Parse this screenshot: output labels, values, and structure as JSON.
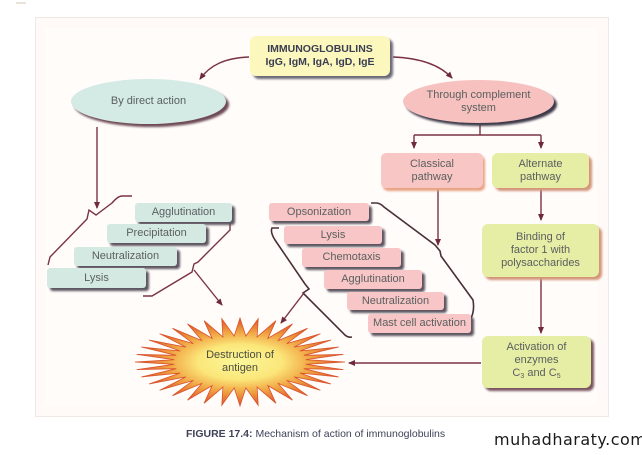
{
  "figure": {
    "root": {
      "title": "IMMUNOGLOBULINS",
      "subtitle": "IgG, IgM, IgA, IgD, IgE"
    },
    "branches": {
      "direct": "By direct action",
      "complement_line1": "Through complement",
      "complement_line2": "system"
    },
    "direct_actions": [
      "Agglutination",
      "Precipitation",
      "Neutralization",
      "Lysis"
    ],
    "complement_actions": [
      "Opsonization",
      "Lysis",
      "Chemotaxis",
      "Agglutination",
      "Neutralization",
      "Mast cell activation"
    ],
    "pathways": {
      "classical_line1": "Classical",
      "classical_line2": "pathway",
      "alternate_line1": "Alternate",
      "alternate_line2": "pathway"
    },
    "binding": {
      "line1": "Binding of",
      "line2": "factor 1 with",
      "line3": "polysaccharides"
    },
    "activation": {
      "line1": "Activation of",
      "line2": "enzymes",
      "c_letter": "C",
      "sub1": "3",
      "and_text": " and ",
      "sub2": "5"
    },
    "outcome": {
      "line1": "Destruction of",
      "line2": "antigen"
    },
    "caption": {
      "label": "FIGURE 17.4:",
      "text": " Mechanism of action of immunoglobulins"
    },
    "watermark": "muhadharaty.com"
  },
  "colors": {
    "arrow": "#7a3344",
    "root_fill": "#fbf7bd",
    "direct_fill": "#d4eae4",
    "complement_fill": "#f6c1bf",
    "alternate_fill": "#e6eda5",
    "burst_outer": "#d9532b",
    "burst_inner": "#fbf28a"
  }
}
